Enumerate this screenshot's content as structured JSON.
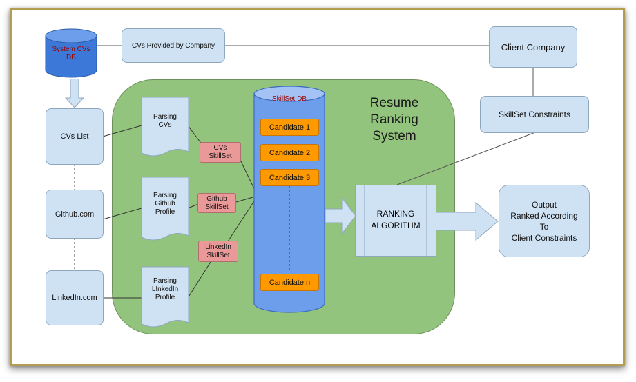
{
  "nodes": {
    "system_db": "System CVs\nDB",
    "cvs_provided": "CVs Provided by Company",
    "client_company": "Client Company",
    "cvs_list": "CVs List",
    "github": "Github.com",
    "linkedin": "LinkedIn.com",
    "skillset_constraints": "SkillSet Constraints",
    "ranking_algorithm": "RANKING\nALGORITHM",
    "output": "Output\nRanked According\nTo\nClient Constraints",
    "system_title": "Resume\nRanking\nSystem",
    "skillset_db": "SkillSet DB"
  },
  "documents": {
    "parsing_cvs": "Parsing\nCVs",
    "parsing_github": "Parsing\nGithub\nProfile",
    "parsing_linkedin": "Parsing\nLInkedIn\nProfile"
  },
  "skill_tags": {
    "cvs": "CVs\nSkillSet",
    "github": "Github\nSkillSet",
    "linkedin": "LinkedIn\nSkillSet"
  },
  "candidates": [
    "Candidate 1",
    "Candidate 2",
    "Candidate 3",
    "Candidate n"
  ],
  "colors": {
    "frame_border": "#b39d52",
    "light_box": "#cfe2f3",
    "green_region": "#93c47d",
    "database_blue": "#6d9eeb",
    "candidate_orange": "#ff9900",
    "skill_tag_pink": "#ea9999",
    "db_label_red": "#990000"
  }
}
